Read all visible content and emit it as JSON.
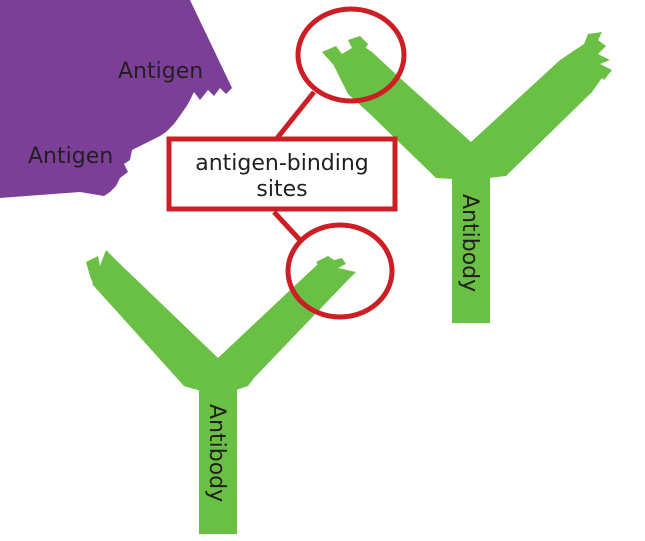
{
  "labels": {
    "antigen_1": "Antigen",
    "antigen_2": "Antigen",
    "callout_line_1": "antigen-binding",
    "callout_line_2": "sites",
    "antibody_1": "Antibody",
    "antibody_2": "Antibody"
  },
  "colors": {
    "antigen": "#7b3f98",
    "antibody": "#6abf45",
    "highlight": "#cc1f25",
    "text": "#231f20",
    "background": "#ffffff"
  }
}
